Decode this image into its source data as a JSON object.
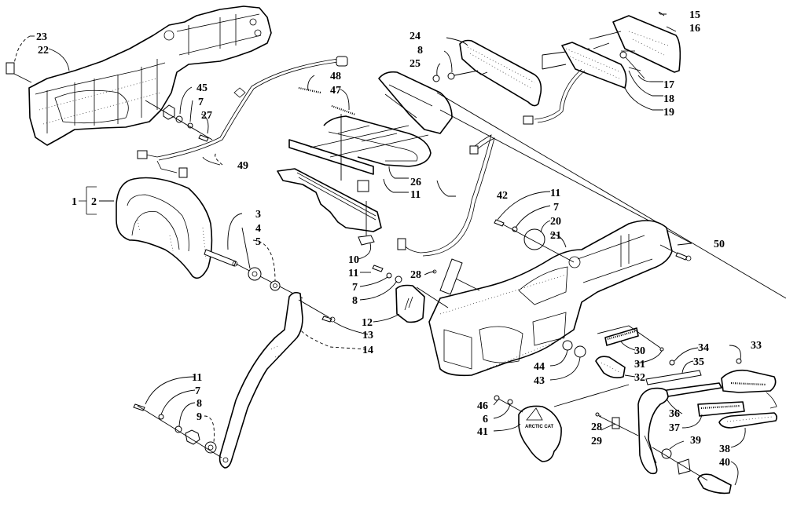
{
  "diagram": {
    "type": "exploded-parts-diagram",
    "subject": "Rear passenger backrest, grab rail, taillight and footrest assembly",
    "logo_text": "ARCTIC CAT",
    "labels": {
      "p1": "1",
      "p2": "2",
      "p3": "3",
      "p4": "4",
      "p5": "5",
      "p6": "6",
      "p7a": "7",
      "p7b": "7",
      "p7c": "7",
      "p7d": "7",
      "p8a": "8",
      "p8b": "8",
      "p8c": "8",
      "p9": "9",
      "p10": "10",
      "p11a": "11",
      "p11b": "11",
      "p11c": "11",
      "p11d": "11",
      "p12": "12",
      "p13": "13",
      "p14": "14",
      "p15": "15",
      "p16": "16",
      "p17": "17",
      "p18": "18",
      "p19": "19",
      "p20": "20",
      "p21": "21",
      "p22": "22",
      "p23": "23",
      "p24": "24",
      "p25": "25",
      "p26": "26",
      "p27": "27",
      "p28a": "28",
      "p28b": "28",
      "p29": "29",
      "p30": "30",
      "p31": "31",
      "p32": "32",
      "p33": "33",
      "p34": "34",
      "p35": "35",
      "p36": "36",
      "p37": "37",
      "p38": "38",
      "p39": "39",
      "p40": "40",
      "p41": "41",
      "p42": "42",
      "p43": "43",
      "p44": "44",
      "p45": "45",
      "p46": "46",
      "p47": "47",
      "p48": "48",
      "p49": "49",
      "p50": "50"
    }
  }
}
